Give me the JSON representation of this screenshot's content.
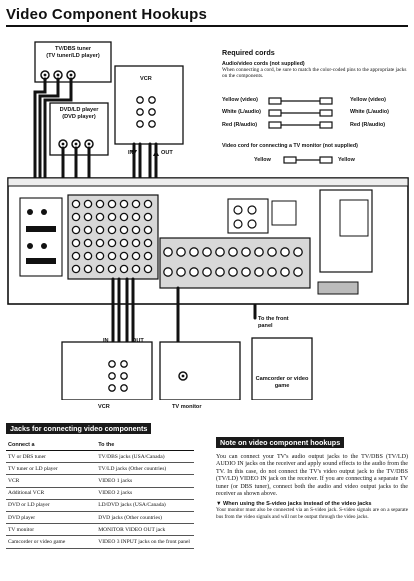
{
  "page": {
    "title": "Video Component Hookups"
  },
  "diagram": {
    "tv_dbs_tuner": "TV/DBS tuner",
    "tv_dbs_tuner_sub": "(TV tuner/LD player)",
    "vcr_top": "VCR",
    "dvd_ld_player": "DVD/LD player",
    "dvd_ld_player_sub": "(DVD player)",
    "in_top": "IN",
    "out_top": "OUT",
    "in_bottom": "IN",
    "out_bottom": "OUT",
    "vcr_bottom": "VCR",
    "tv_monitor": "TV monitor",
    "to_front_panel": "To the front panel",
    "camcorder": "Camcorder or video game"
  },
  "required_cords": {
    "title": "Required cords",
    "audio_video_title": "Audio/video cords (not supplied)",
    "audio_video_text": "When connecting a cord, be sure to match the color-coded pins to the appropriate jacks on the components.",
    "yellow_video": "Yellow (video)",
    "white_audio": "White (L/audio)",
    "red_audio": "Red (R/audio)",
    "video_cord_title": "Video cord for connecting a TV monitor (not supplied)",
    "yellow": "Yellow"
  },
  "jacks_table": {
    "title": "Jacks for connecting video components",
    "col_connect": "Connect a",
    "col_to": "To the",
    "rows": [
      {
        "connect": "TV or DBS tuner",
        "to": "TV/DBS jacks (USA/Canada)"
      },
      {
        "connect": "TV tuner or LD player",
        "to": "TV/LD jacks (Other countries)"
      },
      {
        "connect": "VCR",
        "to": "VIDEO 1 jacks"
      },
      {
        "connect": "Additional VCR",
        "to": "VIDEO 2 jacks"
      },
      {
        "connect": "DVD or LD player",
        "to": "LD/DVD jacks (USA/Canada)"
      },
      {
        "connect": "DVD player",
        "to": "DVD jacks (Other countries)"
      },
      {
        "connect": "TV monitor",
        "to": "MONITOR VIDEO OUT jack"
      },
      {
        "connect": "Camcorder or video game",
        "to": "VIDEO 3 INPUT jacks on the front panel"
      }
    ]
  },
  "note": {
    "title": "Note on video component hookups",
    "text": "You can connect your TV's audio output jacks to the TV/DBS (TV/LD) AUDIO IN jacks on the receiver and apply sound effects to the audio from the TV. In this case, do not connect the TV's video output jack to the TV/DBS (TV/LD) VIDEO IN jack on the receiver. If you are connecting a separate TV tuner (or DBS tuner), connect both the audio and video output jacks to the receiver as shown above.",
    "sub_title": "When using the S-video jacks instead of the video jacks",
    "sub_text": "Your monitor must also be connected via an S-video jack. S-video signals are on a separate bus from the video signals and will not be output through the video jacks."
  }
}
